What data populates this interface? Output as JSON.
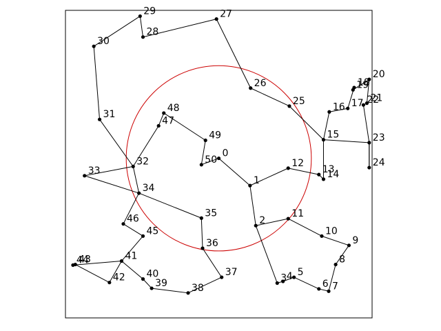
{
  "chart_data": {
    "type": "line",
    "title": "",
    "xlabel": "",
    "ylabel": "",
    "axes_visible": false,
    "xlim": [
      -265,
      265
    ],
    "ylim": [
      -275,
      255
    ],
    "route_color": "#000000",
    "circle": {
      "center": [
        0,
        0
      ],
      "radius": 160,
      "color": "#cc0000"
    },
    "nodes": [
      {
        "id": "0",
        "x": 0,
        "y": 0
      },
      {
        "id": "1",
        "x": 54,
        "y": -47
      },
      {
        "id": "2",
        "x": 64,
        "y": -116
      },
      {
        "id": "3",
        "x": 101,
        "y": -215
      },
      {
        "id": "4",
        "x": 111,
        "y": -212
      },
      {
        "id": "5",
        "x": 130,
        "y": -205
      },
      {
        "id": "6",
        "x": 173,
        "y": -225
      },
      {
        "id": "7",
        "x": 190,
        "y": -229
      },
      {
        "id": "8",
        "x": 202,
        "y": -183
      },
      {
        "id": "9",
        "x": 225,
        "y": -150
      },
      {
        "id": "10",
        "x": 178,
        "y": -134
      },
      {
        "id": "11",
        "x": 120,
        "y": -104
      },
      {
        "id": "12",
        "x": 120,
        "y": -17
      },
      {
        "id": "13",
        "x": 173,
        "y": -28
      },
      {
        "id": "14",
        "x": 181,
        "y": -36
      },
      {
        "id": "15",
        "x": 181,
        "y": 32
      },
      {
        "id": "16",
        "x": 191,
        "y": 80
      },
      {
        "id": "17",
        "x": 223,
        "y": 86
      },
      {
        "id": "18",
        "x": 234,
        "y": 122
      },
      {
        "id": "19",
        "x": 232,
        "y": 118
      },
      {
        "id": "20",
        "x": 260,
        "y": 136
      },
      {
        "id": "21",
        "x": 256,
        "y": 95
      },
      {
        "id": "22",
        "x": 250,
        "y": 92
      },
      {
        "id": "23",
        "x": 260,
        "y": 27
      },
      {
        "id": "24",
        "x": 260,
        "y": -16
      },
      {
        "id": "25",
        "x": 122,
        "y": 90
      },
      {
        "id": "26",
        "x": 55,
        "y": 121
      },
      {
        "id": "27",
        "x": -4,
        "y": 240
      },
      {
        "id": "28",
        "x": -131,
        "y": 209
      },
      {
        "id": "29",
        "x": -136,
        "y": 245
      },
      {
        "id": "30",
        "x": -216,
        "y": 193
      },
      {
        "id": "31",
        "x": -206,
        "y": 67
      },
      {
        "id": "32",
        "x": -148,
        "y": -14
      },
      {
        "id": "33",
        "x": -232,
        "y": -30
      },
      {
        "id": "34",
        "x": -138,
        "y": -60
      },
      {
        "id": "35",
        "x": -30,
        "y": -103
      },
      {
        "id": "36",
        "x": -28,
        "y": -155
      },
      {
        "id": "37",
        "x": 5,
        "y": -205
      },
      {
        "id": "38",
        "x": -53,
        "y": -232
      },
      {
        "id": "39",
        "x": -116,
        "y": -224
      },
      {
        "id": "40",
        "x": -131,
        "y": -208
      },
      {
        "id": "41",
        "x": -168,
        "y": -177
      },
      {
        "id": "42",
        "x": -189,
        "y": -214
      },
      {
        "id": "43",
        "x": -248,
        "y": -183
      },
      {
        "id": "44",
        "x": -252,
        "y": -184
      },
      {
        "id": "45",
        "x": -131,
        "y": -134
      },
      {
        "id": "46",
        "x": -165,
        "y": -113
      },
      {
        "id": "47",
        "x": -104,
        "y": 56
      },
      {
        "id": "48",
        "x": -95,
        "y": 78
      },
      {
        "id": "49",
        "x": -23,
        "y": 31
      },
      {
        "id": "50",
        "x": -30,
        "y": -11
      }
    ],
    "route": [
      "0",
      "1",
      "12",
      "13",
      "14",
      "15",
      "16",
      "17",
      "18",
      "19",
      "20",
      "21",
      "22",
      "23",
      "24",
      "23",
      "15",
      "25",
      "26",
      "27",
      "28",
      "29",
      "30",
      "31",
      "32",
      "33",
      "34",
      "35",
      "36",
      "37",
      "38",
      "39",
      "40",
      "41",
      "42",
      "43",
      "44",
      "41",
      "45",
      "46",
      "34",
      "32",
      "47",
      "48",
      "49",
      "50",
      "0"
    ],
    "route_tail": [
      "1",
      "2",
      "3",
      "4",
      "5",
      "6",
      "7",
      "8",
      "9",
      "10",
      "11",
      "2"
    ]
  }
}
